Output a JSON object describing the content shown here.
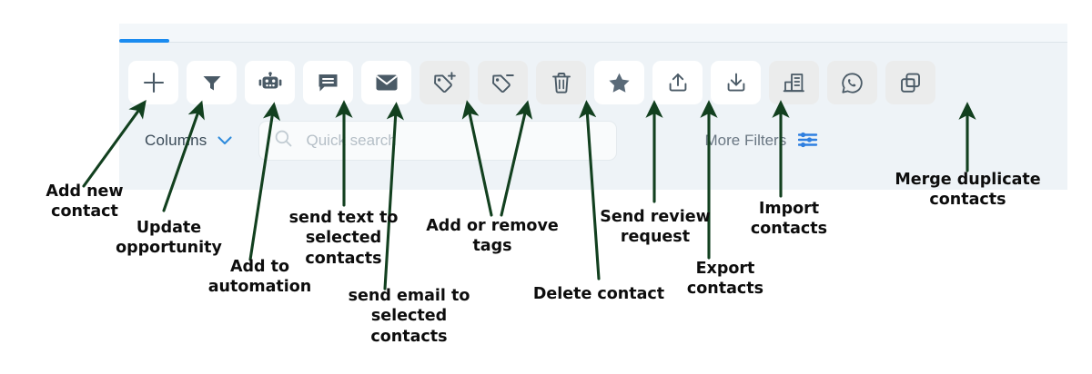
{
  "panel": {
    "tab_indicator_color": "#1a8bf0",
    "background_color": "#eef3f7"
  },
  "toolbar": {
    "buttons": [
      {
        "icon": "plus-icon",
        "name": "add-new-contact-button",
        "tooltip": "Add new contact",
        "style": "white"
      },
      {
        "icon": "funnel-icon",
        "name": "update-opportunity-button",
        "tooltip": "Update opportunity",
        "style": "white"
      },
      {
        "icon": "robot-icon",
        "name": "add-to-automation-button",
        "tooltip": "Add to automation",
        "style": "white"
      },
      {
        "icon": "chat-bubble-icon",
        "name": "send-text-button",
        "tooltip": "send text to selected contacts",
        "style": "white"
      },
      {
        "icon": "envelope-icon",
        "name": "send-email-button",
        "tooltip": "send email to selected contacts",
        "style": "white"
      },
      {
        "icon": "tag-plus-icon",
        "name": "add-tag-button",
        "tooltip": "Add tags",
        "style": "shaded"
      },
      {
        "icon": "tag-minus-icon",
        "name": "remove-tag-button",
        "tooltip": "Remove tags",
        "style": "shaded"
      },
      {
        "icon": "trash-icon",
        "name": "delete-contact-button",
        "tooltip": "Delete contact",
        "style": "shaded"
      },
      {
        "icon": "star-icon",
        "name": "send-review-request-button",
        "tooltip": "Send review request",
        "style": "white"
      },
      {
        "icon": "upload-icon",
        "name": "export-contacts-button",
        "tooltip": "Export contacts",
        "style": "white"
      },
      {
        "icon": "download-icon",
        "name": "import-contacts-button",
        "tooltip": "Import contacts",
        "style": "white"
      },
      {
        "icon": "building-icon",
        "name": "company-button",
        "tooltip": "Companies",
        "style": "shaded"
      },
      {
        "icon": "whatsapp-icon",
        "name": "whatsapp-button",
        "tooltip": "WhatsApp",
        "style": "shaded"
      },
      {
        "icon": "merge-duplicate-icon",
        "name": "merge-duplicate-button",
        "tooltip": "Merge duplicate contacts",
        "style": "shaded"
      }
    ]
  },
  "filters": {
    "columns_label": "Columns",
    "columns_chevron_color": "#2f8bdc",
    "search_placeholder": "Quick search",
    "search_value": "",
    "more_filters_label": "More Filters",
    "more_filters_icon_color": "#2f7fe0"
  },
  "annotations": [
    {
      "text": "Add new\ncontact",
      "name": "annotation-add-new-contact"
    },
    {
      "text": "Update\nopportunity",
      "name": "annotation-update-opportunity"
    },
    {
      "text": "Add to\nautomation",
      "name": "annotation-add-to-automation"
    },
    {
      "text": "send text to\nselected\ncontacts",
      "name": "annotation-send-text"
    },
    {
      "text": "send email to\nselected\ncontacts",
      "name": "annotation-send-email"
    },
    {
      "text": "Add or remove\ntags",
      "name": "annotation-add-remove-tags"
    },
    {
      "text": "Delete contact",
      "name": "annotation-delete-contact"
    },
    {
      "text": "Send review\nrequest",
      "name": "annotation-send-review-request"
    },
    {
      "text": "Export\ncontacts",
      "name": "annotation-export-contacts"
    },
    {
      "text": "Import\ncontacts",
      "name": "annotation-import-contacts"
    },
    {
      "text": "Merge duplicate\ncontacts",
      "name": "annotation-merge-duplicate-contacts"
    }
  ],
  "arrow_color": "#12401f"
}
